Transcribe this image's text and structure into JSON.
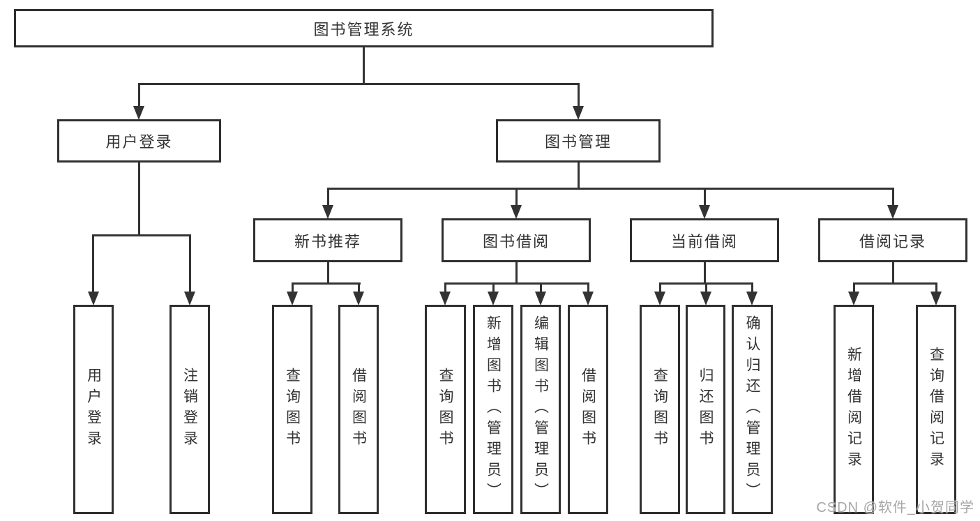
{
  "diagram": {
    "root": {
      "label": "图书管理系统"
    },
    "level2": [
      {
        "id": "user-login",
        "label": "用户登录"
      },
      {
        "id": "book-management",
        "label": "图书管理"
      }
    ],
    "level3": [
      {
        "id": "new-book-recommend",
        "label": "新书推荐"
      },
      {
        "id": "book-borrow",
        "label": "图书借阅"
      },
      {
        "id": "current-borrow",
        "label": "当前借阅"
      },
      {
        "id": "borrow-records",
        "label": "借阅记录"
      }
    ],
    "children": {
      "user_login": [
        "用户登录",
        "注销登录"
      ],
      "new_book_recommend": [
        "查询图书",
        "借阅图书"
      ],
      "book_borrow": [
        "查询图书",
        "新增图书（管理员）",
        "编辑图书（管理员）",
        "借阅图书"
      ],
      "current_borrow": [
        "查询图书",
        "归还图书",
        "确认归还（管理员）"
      ],
      "borrow_records": [
        "新增借阅记录",
        "查询借阅记录"
      ]
    }
  },
  "watermark": {
    "text": "CSDN @软件_小贺同学"
  },
  "colors": {
    "line": "#333333",
    "box_border": "#2f2f2f",
    "text": "#333333",
    "watermark_text": "#a6a6a6",
    "background": "#ffffff"
  }
}
